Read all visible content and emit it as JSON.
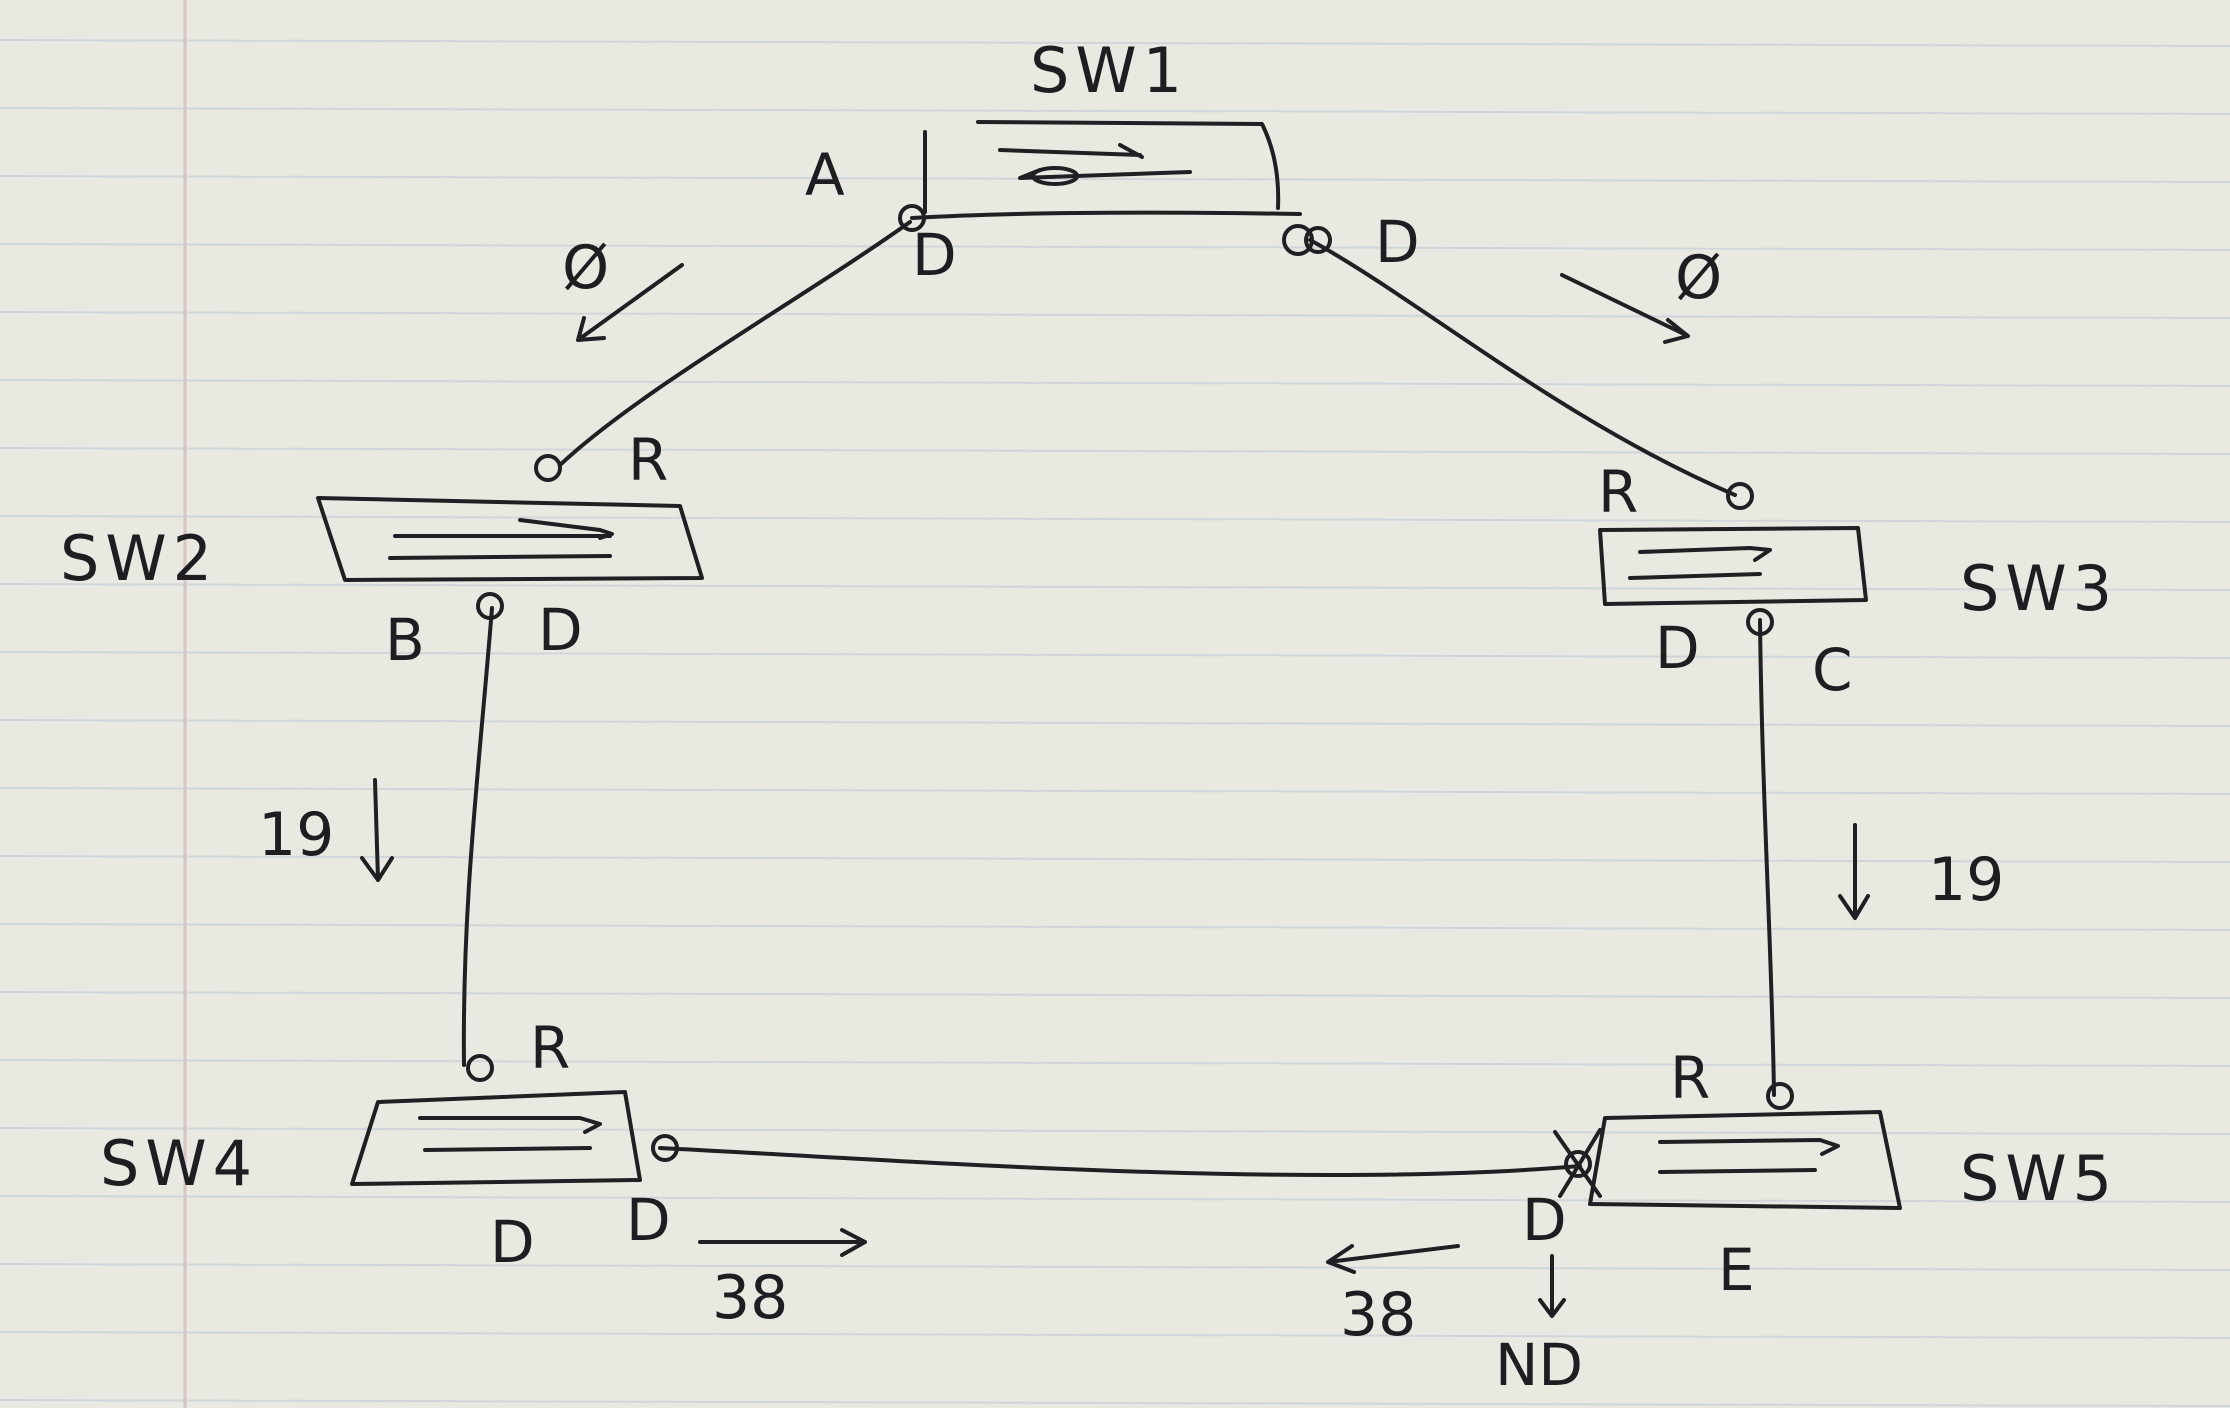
{
  "switches": {
    "sw1": {
      "name": "SW1"
    },
    "sw2": {
      "name": "SW2"
    },
    "sw3": {
      "name": "SW3"
    },
    "sw4": {
      "name": "SW4"
    },
    "sw5": {
      "name": "SW5"
    }
  },
  "bridge_ids": {
    "sw1": "A",
    "sw2": "B",
    "sw3": "C",
    "sw4": "D",
    "sw5": "E"
  },
  "port_roles": {
    "sw1_left": "D",
    "sw1_right": "D",
    "sw2_top": "R",
    "sw2_bottom": "D",
    "sw3_top": "R",
    "sw3_bottom": "D",
    "sw4_top": "R",
    "sw4_right": "D",
    "sw5_top": "R",
    "sw5_left": "D",
    "sw5_left_blocked": "ND"
  },
  "path_costs": {
    "sw1_to_sw2": "Ø",
    "sw1_to_sw3": "Ø",
    "sw2_to_sw4": "19",
    "sw3_to_sw5": "19",
    "sw4_to_sw5": "38",
    "sw5_to_sw4": "38"
  },
  "colors": {
    "paper": "#e9e9e2",
    "ruled_line": "#b8c7d8",
    "margin_line": "#d9b3b3",
    "ink": "#1f1f24"
  }
}
